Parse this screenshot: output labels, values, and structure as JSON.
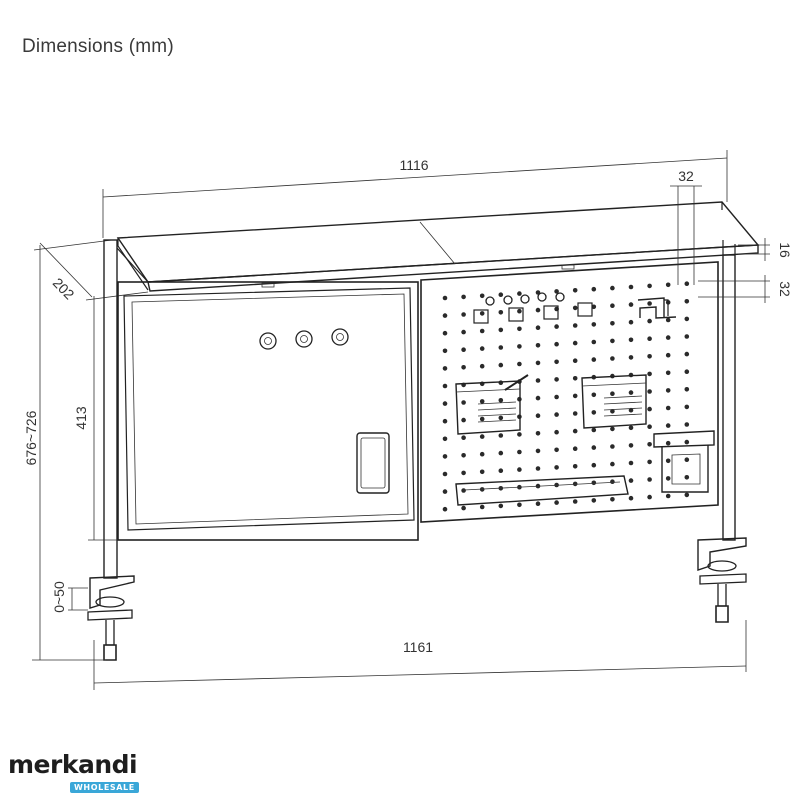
{
  "heading": "Dimensions (mm)",
  "dimensions": {
    "shelf_width": "1116",
    "total_width": "1161",
    "shelf_depth": "202",
    "total_height": "676~726",
    "panel_height": "413",
    "clamp_range": "0~50",
    "hole_pitch": "32",
    "shelf_thickness": "16",
    "hole_spacing": "32"
  },
  "logo": {
    "wordmark": "merkandi",
    "tagline": "WHOLESALE"
  },
  "colors": {
    "line": "#222222",
    "logo_accent": "#3aa7d8"
  }
}
